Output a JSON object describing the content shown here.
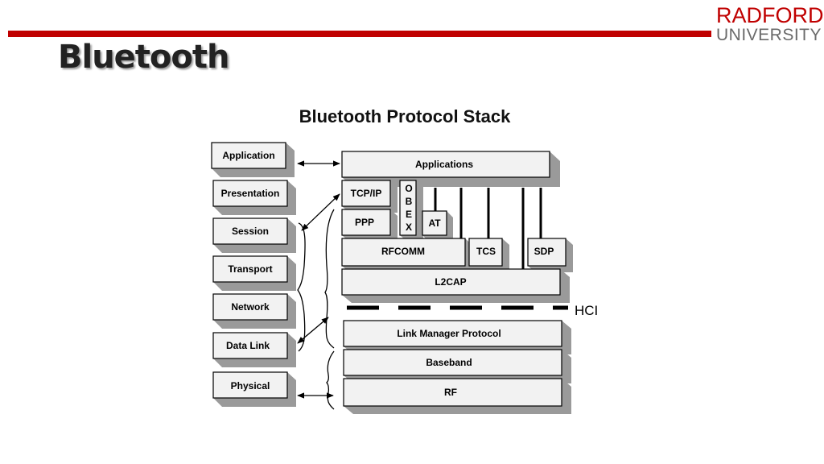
{
  "header": {
    "title": "Bluetooth",
    "logo_line1": "RADFORD",
    "logo_line2": "UNIVERSITY",
    "accent_color": "#c00000"
  },
  "diagram": {
    "title": "Bluetooth Protocol Stack",
    "osi_layers": [
      "Application",
      "Presentation",
      "Session",
      "Transport",
      "Network",
      "Data Link",
      "Physical"
    ],
    "bluetooth_layers": {
      "applications": "Applications",
      "tcpip": "TCP/IP",
      "ppp": "PPP",
      "obex_letters": [
        "O",
        "B",
        "E",
        "X"
      ],
      "at": "AT",
      "rfcomm": "RFCOMM",
      "tcs": "TCS",
      "sdp": "SDP",
      "l2cap": "L2CAP",
      "hci": "HCI",
      "lmp": "Link Manager Protocol",
      "baseband": "Baseband",
      "rf": "RF"
    }
  }
}
